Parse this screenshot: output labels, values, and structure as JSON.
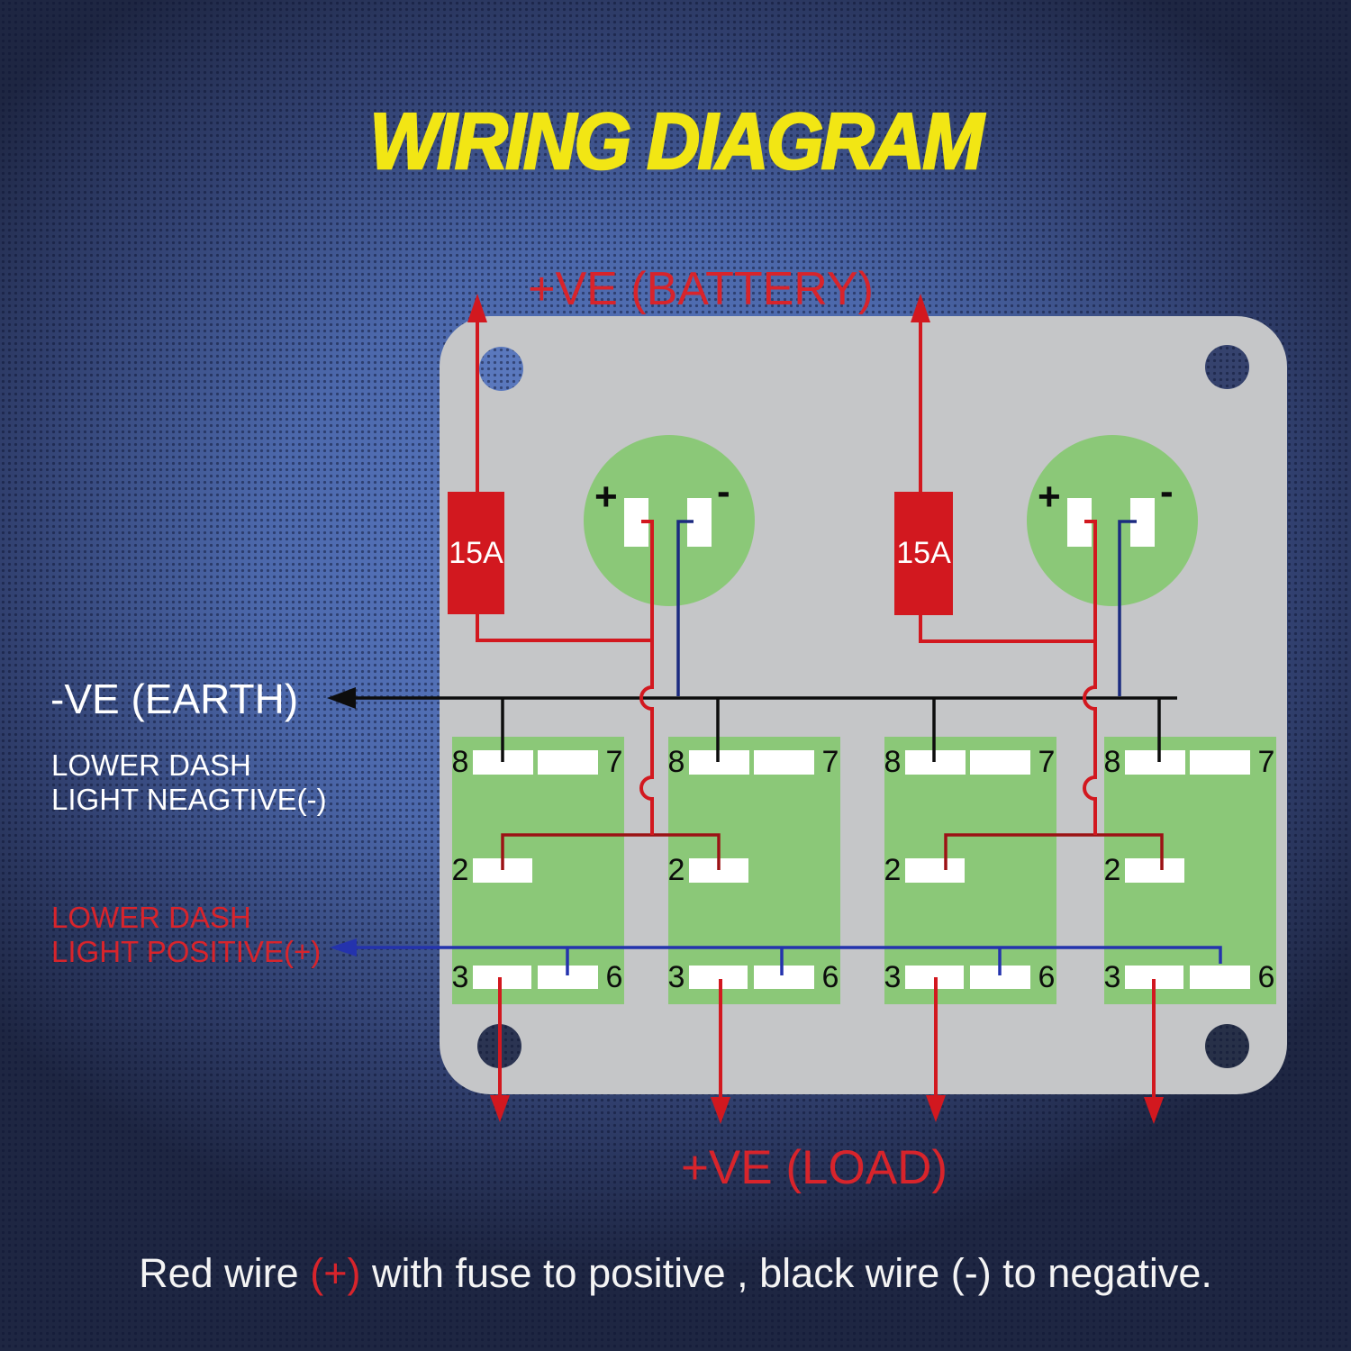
{
  "title": "WIRING DIAGRAM",
  "top_label": {
    "battery": "+VE (BATTERY)"
  },
  "left_labels": {
    "earth": "-VE (EARTH)",
    "dash_negative": {
      "line1": "LOWER DASH",
      "line2": "LIGHT NEAGTIVE(-)"
    },
    "dash_positive": {
      "line1": "LOWER DASH",
      "line2": "LIGHT POSITIVE(+)"
    }
  },
  "bottom_label": {
    "load": "+VE (LOAD)"
  },
  "caption": {
    "white_part1": "Red wire ",
    "red_plus": "(+)",
    "white_part2": " with fuse to positive , black wire (-) to negative."
  },
  "fuses": [
    {
      "label": "15A"
    },
    {
      "label": "15A"
    }
  ],
  "rockers": [
    {
      "positive_sign": "+",
      "negative_sign": "-"
    },
    {
      "positive_sign": "+",
      "negative_sign": "-"
    }
  ],
  "switches": [
    {
      "t8": "8",
      "t7": "7",
      "t2": "2",
      "t3": "3",
      "t6": "6"
    },
    {
      "t8": "8",
      "t7": "7",
      "t2": "2",
      "t3": "3",
      "t6": "6"
    },
    {
      "t8": "8",
      "t7": "7",
      "t2": "2",
      "t3": "3",
      "t6": "6"
    },
    {
      "t8": "8",
      "t7": "7",
      "t2": "2",
      "t3": "3",
      "t6": "6"
    }
  ],
  "colors": {
    "background_blue": "#5d7ec9",
    "background_dark": "#1e2642",
    "panel_gray": "#c5c6c8",
    "switch_green": "#8bc878",
    "wire_red": "#d2181f",
    "wire_dark_red": "#9c1215",
    "wire_blue": "#2433ad",
    "wire_navy": "#1b2a80",
    "wire_black": "#0d0d0d",
    "title_yellow": "#f2e614",
    "label_red": "#d8242b",
    "label_white": "#ffffff"
  }
}
